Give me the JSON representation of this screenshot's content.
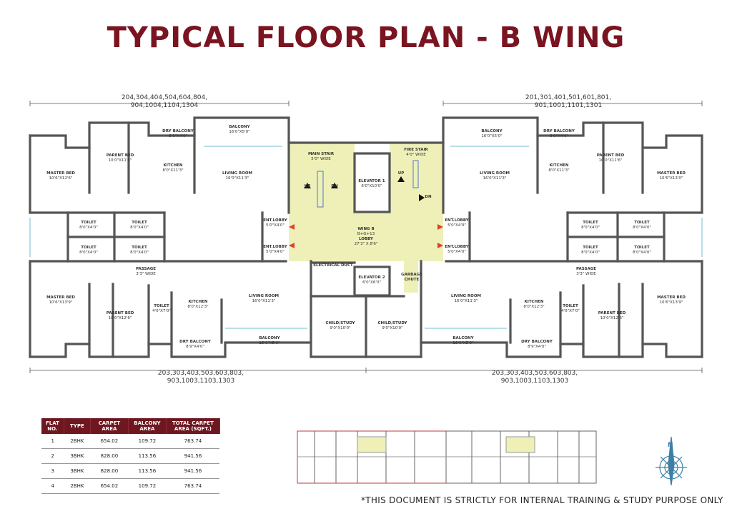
{
  "title": "TYPICAL FLOOR PLAN - B WING",
  "dimension_labels": {
    "top_left": [
      "204,304,404,504,604,804,",
      "904,1004,1104,1304"
    ],
    "top_right": [
      "201,301,401,501,601,801,",
      "901,1001,1101,1301"
    ],
    "bottom_left": [
      "203,303,403,503,603,803,",
      "903,1003,1103,1303"
    ],
    "bottom_right": [
      "203,303,403,503,603,803,",
      "903,1003,1103,1303"
    ]
  },
  "rooms": {
    "balcony_tl": [
      "BALCONY",
      "16'0\"X5'0\""
    ],
    "dry_balcony_tl": [
      "DRY BALCONY",
      "8'0\"X4'0\""
    ],
    "parent_bed_tl": [
      "PARENT BED",
      "10'0\"X11'6\""
    ],
    "kitchen_tl": [
      "KITCHEN",
      "8'0\"X11'3\""
    ],
    "living_tl": [
      "LIVING ROOM",
      "16'0\"X11'3\""
    ],
    "master_tl": [
      "MASTER BED",
      "10'6\"X12'6\""
    ],
    "main_stair": [
      "MAIN STAIR",
      "5'0\" WIDE"
    ],
    "elevator1": [
      "ELEVATOR 1",
      "6'0\"X10'0\""
    ],
    "fire_stair": [
      "FIRE STAIR",
      "4'0\" WIDE"
    ],
    "balcony_tr": [
      "BALCONY",
      "16'0\"X5'0\""
    ],
    "dry_balcony_tr": [
      "DRY BALCONY",
      "8'0\"X4'0\""
    ],
    "parent_bed_tr": [
      "PARENT BED",
      "10'0\"X11'6\""
    ],
    "kitchen_tr": [
      "KITCHEN",
      "8'0\"X11'3\""
    ],
    "living_tr": [
      "LIVING ROOM",
      "16'0\"X11'3\""
    ],
    "master_tr": [
      "MASTER BED",
      "10'6\"X13'0\""
    ],
    "toilet_l1": [
      "TOILET",
      "8'0\"X4'0\""
    ],
    "toilet_l2": [
      "TOILET",
      "8'0\"X4'0\""
    ],
    "toilet_l3": [
      "TOILET",
      "8'0\"X4'0\""
    ],
    "toilet_l4": [
      "TOILET",
      "8'0\"X4'0\""
    ],
    "ent_lobby_l1": [
      "ENT.LOBBY",
      "5'0\"X4'0\""
    ],
    "ent_lobby_l2": [
      "ENT.LOBBY",
      "5'0\"X4'0\""
    ],
    "wing_lobby": [
      "WING B",
      "B+G+13",
      "LOBBY",
      "27'3\" X 8'6\""
    ],
    "ent_lobby_r1": [
      "ENT.LOBBY",
      "5'0\"X4'0\""
    ],
    "ent_lobby_r2": [
      "ENT.LOBBY",
      "5'0\"X4'0\""
    ],
    "toilet_r1": [
      "TOILET",
      "8'0\"X4'0\""
    ],
    "toilet_r2": [
      "TOILET",
      "8'0\"X4'0\""
    ],
    "toilet_r3": [
      "TOILET",
      "8'0\"X4'0\""
    ],
    "toilet_r4": [
      "TOILET",
      "8'0\"X4'0\""
    ],
    "passage_l": [
      "PASSAGE",
      "3'3\" WIDE"
    ],
    "passage_r": [
      "PASSAGE",
      "3'3\" WIDE"
    ],
    "electrical_duct": [
      "ELECTRICAL DUCT"
    ],
    "elevator2": [
      "ELEVATOR 2",
      "6'0\"X6'0\""
    ],
    "garbage_chute": [
      "GARBAGE",
      "CHUTE"
    ],
    "master_bl": [
      "MASTER BED",
      "10'6\"X13'9\""
    ],
    "parent_bed_bl": [
      "PARENT BED",
      "10'0\"X12'6\""
    ],
    "toilet_bl": [
      "TOILET",
      "4'0\"X7'0\""
    ],
    "kitchen_bl": [
      "KITCHEN",
      "8'0\"X12'3\""
    ],
    "living_bl": [
      "LIVING ROOM",
      "16'0\"X11'3\""
    ],
    "dry_balcony_bl": [
      "DRY BALCONY",
      "8'9\"X4'0\""
    ],
    "balcony_bl": [
      "BALCONY",
      "16'0\"X5'0\""
    ],
    "child_study_l": [
      "CHILD/STUDY",
      "9'0\"X10'0\""
    ],
    "child_study_r": [
      "CHILD/STUDY",
      "9'0\"X10'0\""
    ],
    "living_br": [
      "LIVING ROOM",
      "16'0\"X11'3\""
    ],
    "kitchen_br": [
      "KITCHEN",
      "8'0\"X12'3\""
    ],
    "toilet_br": [
      "TOILET",
      "4'0\"X7'0\""
    ],
    "parent_bed_br": [
      "PARENT BED",
      "10'0\"X12'6\""
    ],
    "master_br": [
      "MASTER BED",
      "10'6\"X13'9\""
    ],
    "balcony_br": [
      "BALCONY",
      "16'0\"X5'0\""
    ],
    "dry_balcony_br": [
      "DRY BALCONY",
      "8'9\"X4'0\""
    ]
  },
  "stair_marks": {
    "up": "UP",
    "dn": "DN"
  },
  "table": {
    "headers": [
      "FLAT NO.",
      "TYPE",
      "CARPET AREA",
      "BALCONY AREA",
      "TOTAL CARPET AREA (SQFT.)"
    ],
    "rows": [
      [
        "1",
        "2BHK",
        "654.02",
        "109.72",
        "763.74"
      ],
      [
        "2",
        "3BHK",
        "828.00",
        "113.56",
        "941.56"
      ],
      [
        "3",
        "3BHK",
        "828.00",
        "113.56",
        "941.56"
      ],
      [
        "4",
        "2BHK",
        "654.02",
        "109.72",
        "763.74"
      ]
    ]
  },
  "compass_letter": "N",
  "note": "*THIS DOCUMENT IS STRICTLY FOR INTERNAL TRAINING & STUDY PURPOSE ONLY",
  "colors": {
    "title": "#7a1420",
    "lobby": "#eef0b8",
    "wall": "#555555",
    "table_header": "#6e1720"
  }
}
